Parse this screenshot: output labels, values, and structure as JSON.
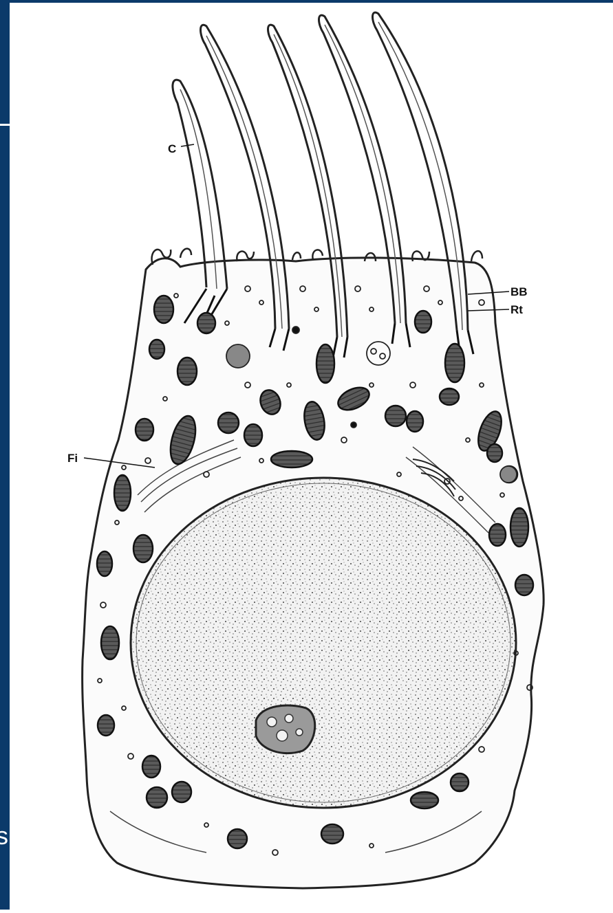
{
  "frame": {
    "accent_color": "#0b3a6a",
    "clipped_letter": "s"
  },
  "labels": {
    "cilium": "C",
    "basal_body": "BB",
    "rootlet": "Rt",
    "filaments": "Fi"
  }
}
